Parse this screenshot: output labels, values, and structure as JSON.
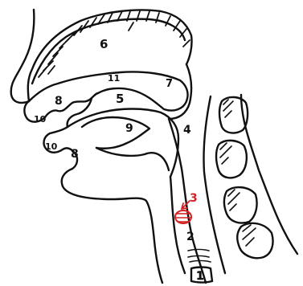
{
  "labels": {
    "l1": "1",
    "l2": "2",
    "l3": "3",
    "l4": "4",
    "l5": "5",
    "l6": "6",
    "l7": "7",
    "l8_upper": "8",
    "l8_lower": "8",
    "l9": "9",
    "l10_upper": "10",
    "l10_lower": "10",
    "l11": "11"
  },
  "colors": {
    "ink": "#111111",
    "highlight": "#d42020"
  }
}
